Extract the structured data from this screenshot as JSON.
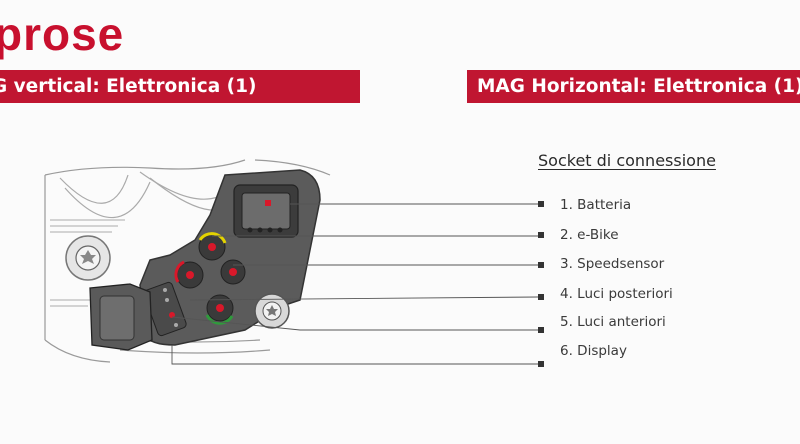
{
  "logo": {
    "text": "prose"
  },
  "left_banner": {
    "title": "G vertical: Elettronica (1)"
  },
  "right_banner": {
    "title": "MAG Horizontal: Elettronica (1)"
  },
  "legend": {
    "title": "Socket di connessione",
    "items": [
      "1. Batteria",
      "2. e-Bike",
      "3. Speedsensor",
      "4. Luci posteriori",
      "5. Luci anteriori",
      "6. Display"
    ]
  },
  "colors": {
    "brand_red": "#c01631",
    "ring_yellow": "#e4d300",
    "ring_red": "#d9182a",
    "ring_green": "#2f9a3c"
  }
}
